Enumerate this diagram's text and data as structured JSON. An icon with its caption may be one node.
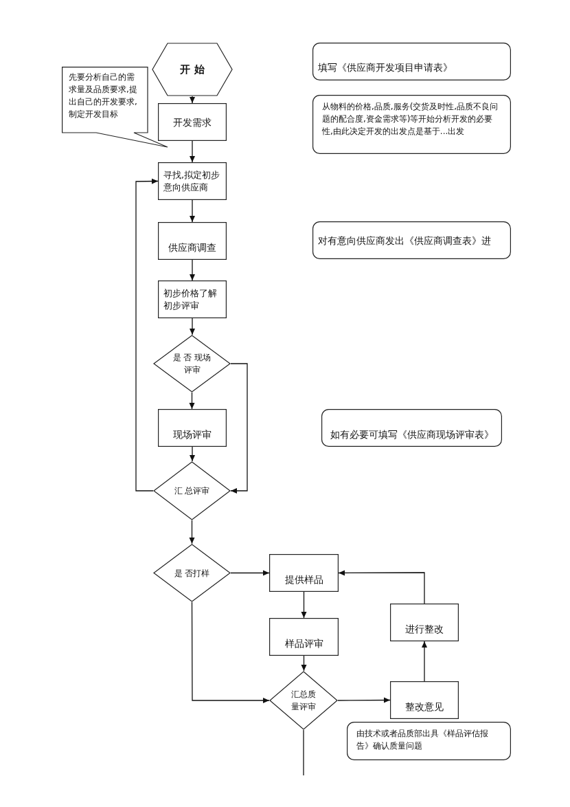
{
  "diagram": {
    "nodes": [
      {
        "text": [
          "开 始"
        ]
      },
      {
        "text": [
          "先要分析自己的需求量及品质要求,提出自己的开发要求,制定开发目标"
        ]
      },
      {
        "text": [
          "开发需求"
        ]
      },
      {
        "text": [
          "寻找,拟定初步意向供应商"
        ]
      },
      {
        "text": [
          "供应商调查"
        ]
      },
      {
        "text": [
          "初步价格了解初步评审"
        ]
      },
      {
        "text": [
          "是 否 现场评审"
        ]
      },
      {
        "text": [
          "现场评审"
        ]
      },
      {
        "text": [
          "汇 总评审"
        ]
      },
      {
        "text": [
          "是 否打样"
        ]
      },
      {
        "text": [
          "提供样品"
        ]
      },
      {
        "text": [
          "样品评审"
        ]
      },
      {
        "text": [
          "汇总质量评审"
        ]
      },
      {
        "text": [
          "整改意见"
        ]
      },
      {
        "text": [
          "进行整改"
        ]
      },
      {
        "text": [
          "填写《供应商开发项目申请表》"
        ]
      },
      {
        "text": [
          "从物料的价格,品质,服务(交货及时性,品质不良问题的配合度,资金需求等)等开始分析开发的必要性,由此决定开发的出发点是基于...出发"
        ]
      },
      {
        "text": [
          "对有意向供应商发出《供应商调查表》进"
        ]
      },
      {
        "text": [
          "如有必要可填写《供应商现场评审表》"
        ]
      },
      {
        "text": [
          "由技术或者品质部出具《样品评估报告》确认质量问题"
        ]
      }
    ],
    "edges": [
      {
        "from": 0,
        "to": 2,
        "arrow": "to"
      },
      {
        "from": 2,
        "to": 3,
        "arrow": "to"
      },
      {
        "from": 3,
        "to": 4,
        "arrow": "to"
      },
      {
        "from": 4,
        "to": 5,
        "arrow": "to"
      },
      {
        "from": 5,
        "to": 6,
        "arrow": "to"
      },
      {
        "from": 6,
        "to": 7,
        "arrow": "to"
      },
      {
        "from": 7,
        "to": 8,
        "arrow": "to"
      },
      {
        "from": 6,
        "to": 8,
        "arrow": "to"
      },
      {
        "from": 8,
        "to": 3,
        "arrow": "to"
      },
      {
        "from": 8,
        "to": 9,
        "arrow": "to"
      },
      {
        "from": 9,
        "to": 10,
        "arrow": "to"
      },
      {
        "from": 9,
        "to": 12,
        "arrow": "to"
      },
      {
        "from": 10,
        "to": 11,
        "arrow": "to"
      },
      {
        "from": 11,
        "to": 12,
        "arrow": "to"
      },
      {
        "from": 12,
        "to": 13,
        "arrow": "to"
      },
      {
        "from": 13,
        "to": 14,
        "arrow": "to"
      },
      {
        "from": 14,
        "to": 10,
        "arrow": "to"
      },
      {
        "from": 12,
        "to": null,
        "arrow": "none"
      }
    ]
  }
}
